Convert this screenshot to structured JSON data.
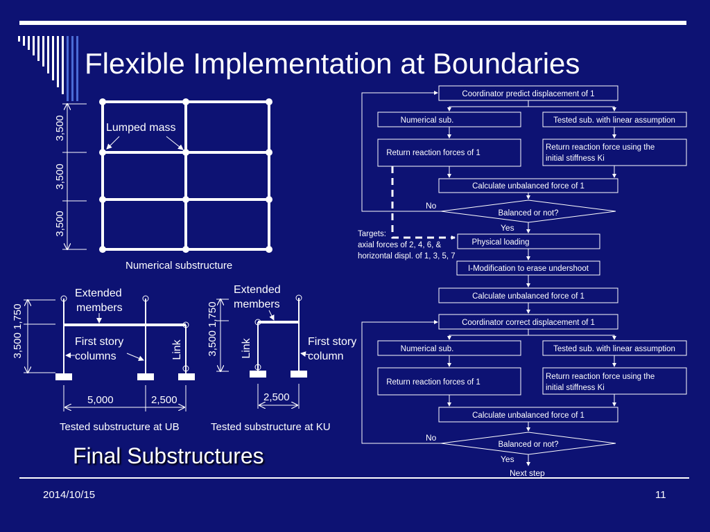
{
  "slide": {
    "title": "Flexible Implementation at Boundaries",
    "subtitle": "Final Substructures",
    "date": "2014/10/15",
    "page": "11"
  },
  "numerical": {
    "dim1": "3,500",
    "dim2": "3,500",
    "dim3": "3,500",
    "lumped_mass": "Lumped mass",
    "caption": "Numerical substructure"
  },
  "ub": {
    "extended": [
      "Extended",
      "members"
    ],
    "first_story": [
      "First story",
      "columns"
    ],
    "link": "Link",
    "dim_v": "3,500 1,750",
    "dim_a": "5,000",
    "dim_b": "2,500",
    "caption": "Tested substructure at UB"
  },
  "ku": {
    "extended": [
      "Extended",
      "members"
    ],
    "first_story": [
      "First story",
      "column"
    ],
    "link": "Link",
    "dim_v": "3,500 1,750",
    "dim_c": "2,500",
    "caption": "Tested substructure at KU"
  },
  "flow": {
    "b1": "Coordinator predict displacement of 1",
    "b2": "Numerical sub.",
    "b3": "Tested sub. with linear assumption",
    "b4": "Return reaction forces of 1",
    "b5": [
      "Return reaction force using the",
      "initial stiffness Ki"
    ],
    "b6": "Calculate unbalanced force of 1",
    "d1": "Balanced or not?",
    "no1": "No",
    "yes1": "Yes",
    "targets": [
      "Targets:",
      "axial forces of 2, 4, 6, &",
      "horizontal displ. of 1, 3, 5, 7"
    ],
    "b7": "Physical loading",
    "b8": "I-Modification to erase undershoot",
    "b9": "Calculate unbalanced force of 1",
    "b10": "Coordinator correct displacement of 1",
    "b11": "Numerical sub.",
    "b12": "Tested sub. with linear assumption",
    "b13": "Return reaction forces of 1",
    "b14": [
      "Return reaction force using the",
      "initial stiffness Ki"
    ],
    "b15": "Calculate unbalanced force of 1",
    "d2": "Balanced or not?",
    "no2": "No",
    "yes2": "Yes",
    "next": "Next step"
  }
}
